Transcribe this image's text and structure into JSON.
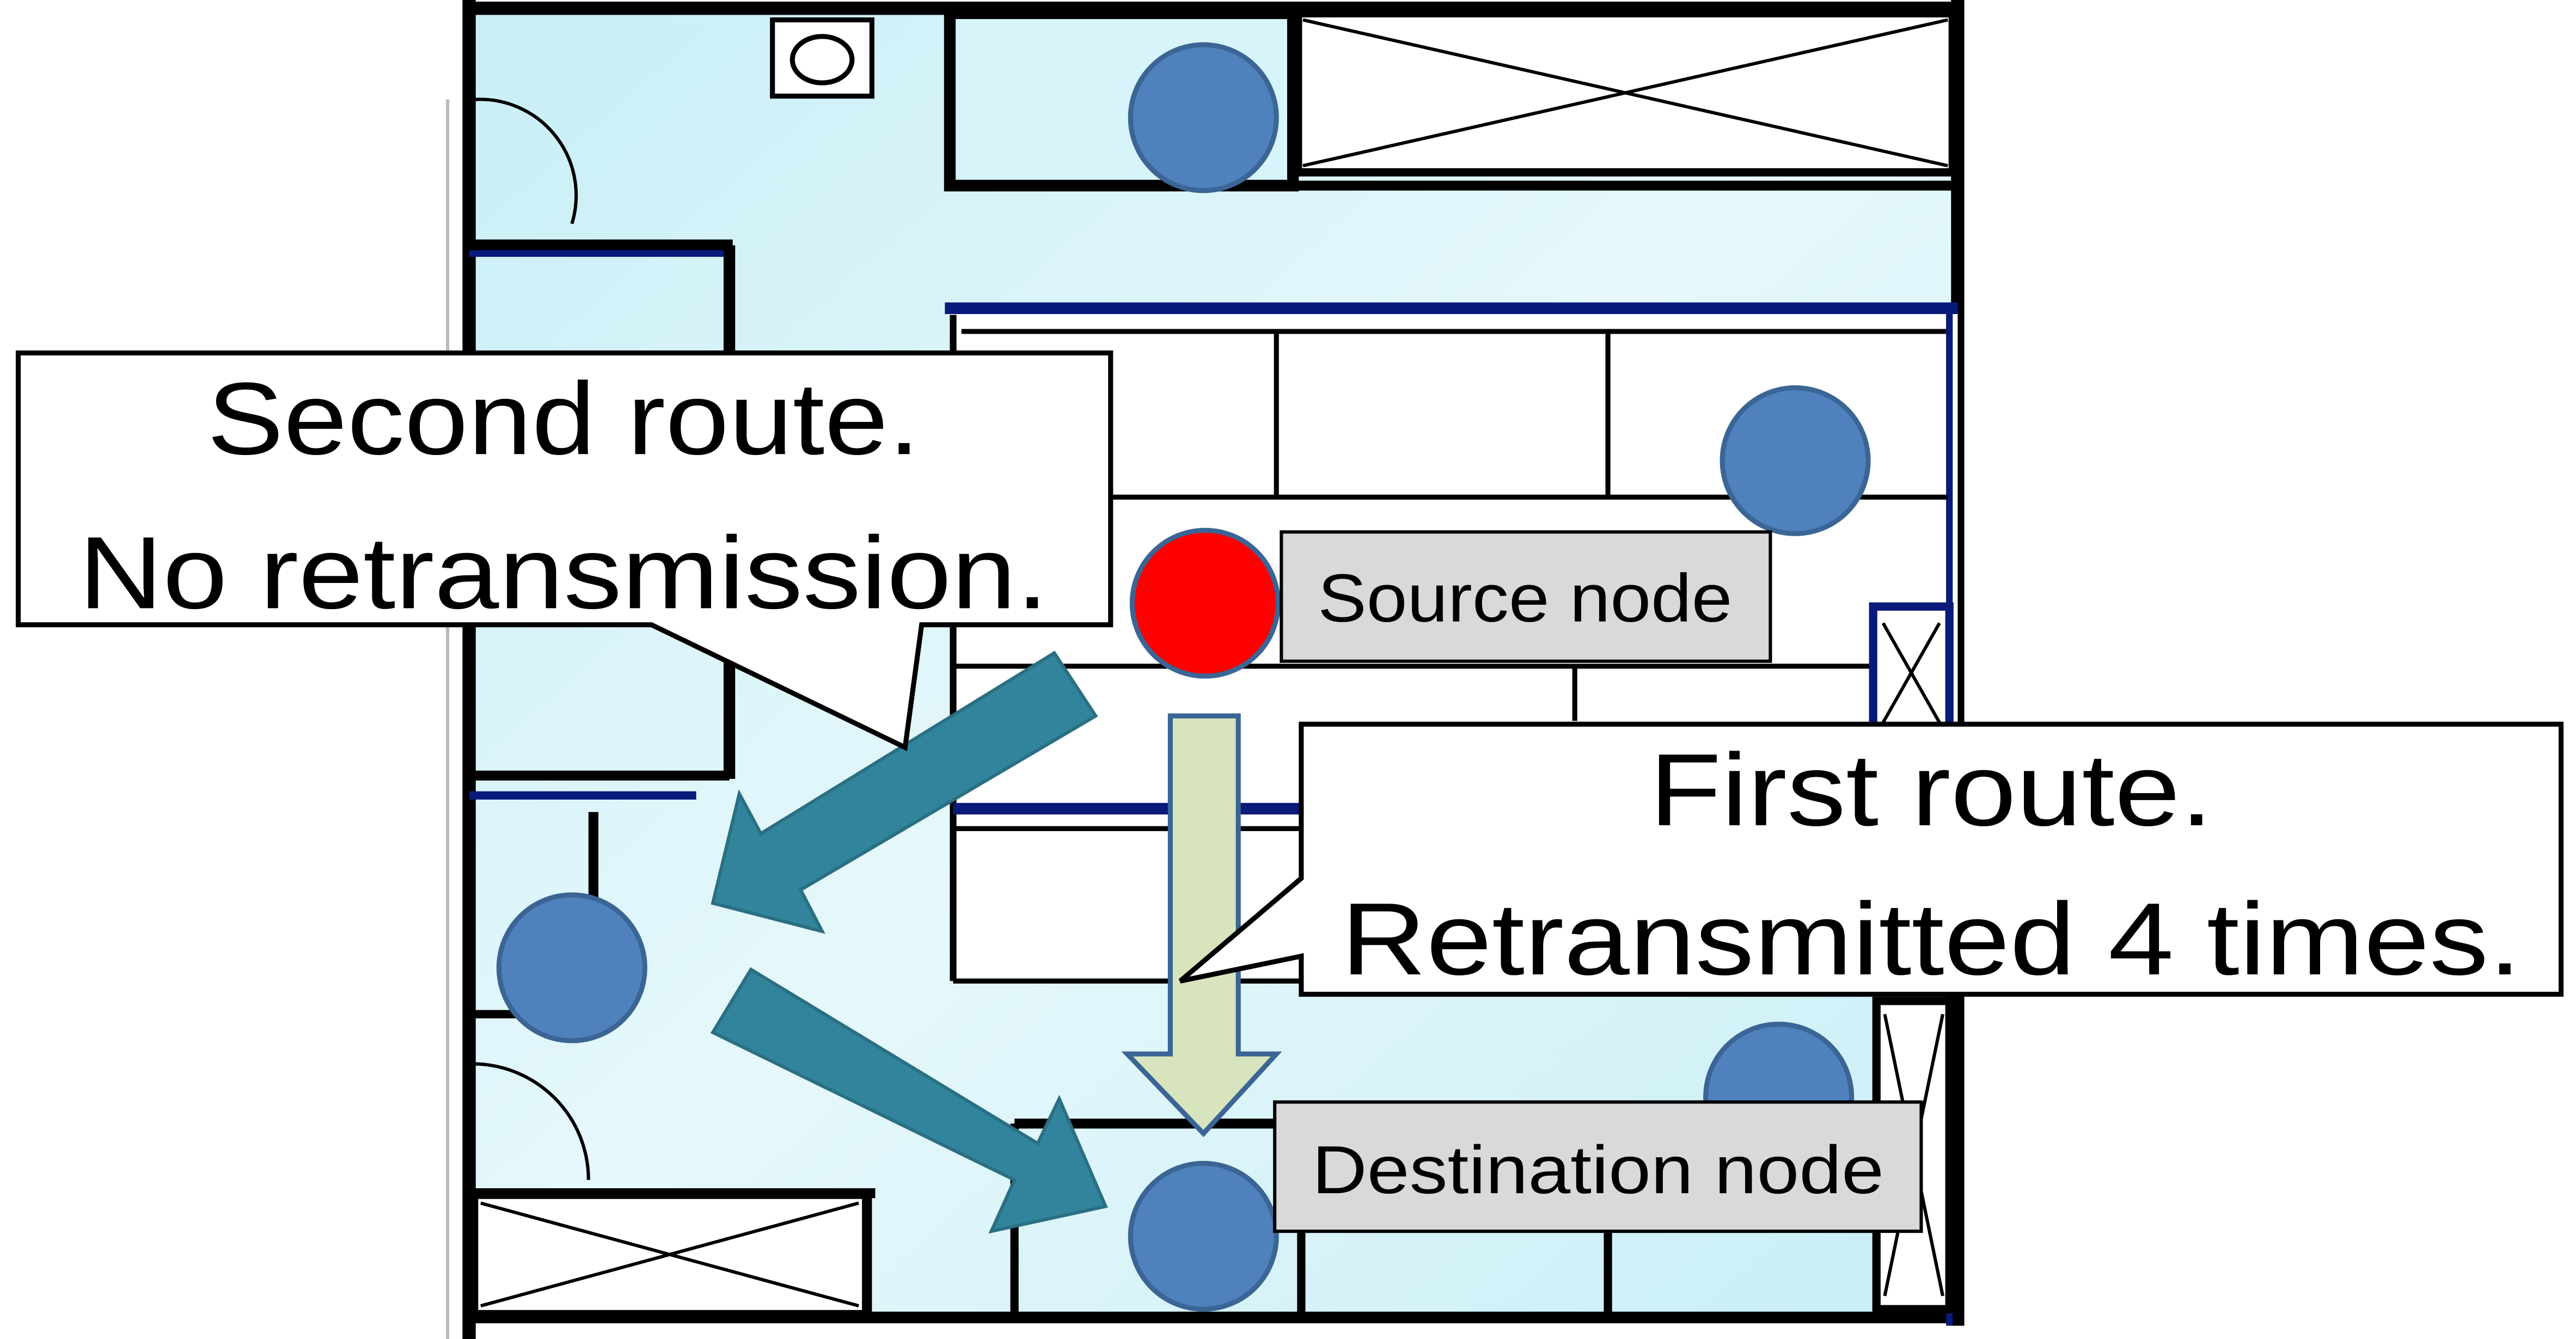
{
  "callouts": {
    "second_route": {
      "line1": "Second route.",
      "line2": "No retransmission."
    },
    "first_route": {
      "line1": "First route.",
      "line2": "Retransmitted 4 times."
    }
  },
  "node_labels": {
    "source": "Source node",
    "destination": "Destination node"
  },
  "colors": {
    "floor": "#d6f4f9",
    "wall": "#000000",
    "wall_blue": "#0a1a7a",
    "node": "#4f81bd",
    "node_border": "#3a6595",
    "source_node": "#ff0000",
    "second_route_arrow": "#31849b",
    "first_route_arrow": "#d7e4bd",
    "label_box": "#d9d9d9"
  }
}
